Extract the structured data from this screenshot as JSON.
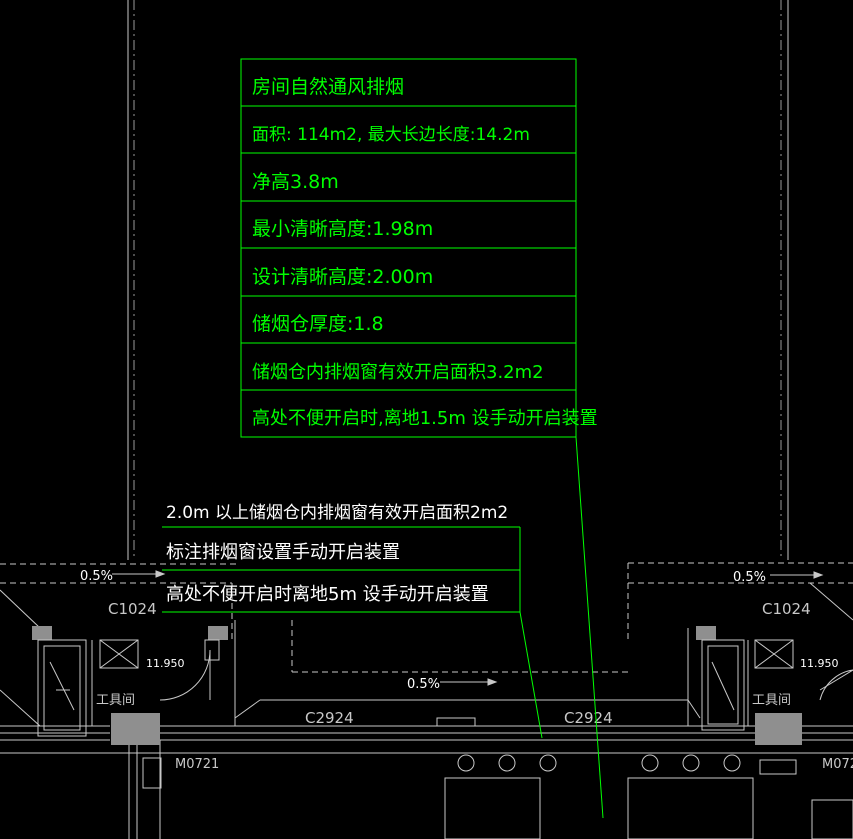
{
  "colors": {
    "background": "#000000",
    "green": "#00ff00",
    "white": "#ffffff",
    "gray": "#c8c8c8",
    "dim": "#9a9a9a",
    "fill": "#8f8f8f"
  },
  "smoke_table": {
    "rows": [
      "房间自然通风排烟",
      "面积: 114m2,    最大长边长度:14.2m",
      "净高3.8m",
      "最小清晰高度:1.98m",
      "设计清晰高度:2.00m",
      "储烟仓厚度:1.8",
      "储烟仓内排烟窗有效开启面积3.2m2",
      "高处不便开启时,离地1.5m   设手动开启装置"
    ]
  },
  "note_table": {
    "header": "2.0m   以上储烟仓内排烟窗有效开启面积2m2",
    "rows": [
      "标注排烟窗设置手动开启装置",
      "高处不便开启时离地5m   设手动开启装置"
    ]
  },
  "plan_labels": {
    "slope_left": "0.5%",
    "slope_right": "0.5%",
    "slope_center": "0.5%",
    "window_left": "C1024",
    "window_right": "C1024",
    "level_left": "11.950",
    "level_right": "11.950",
    "tool_room_left": "工具间",
    "tool_room_right": "工具间",
    "window_mid_left": "C2924",
    "window_mid_right": "C2924",
    "door_left": "M0721",
    "door_right": "M072"
  }
}
